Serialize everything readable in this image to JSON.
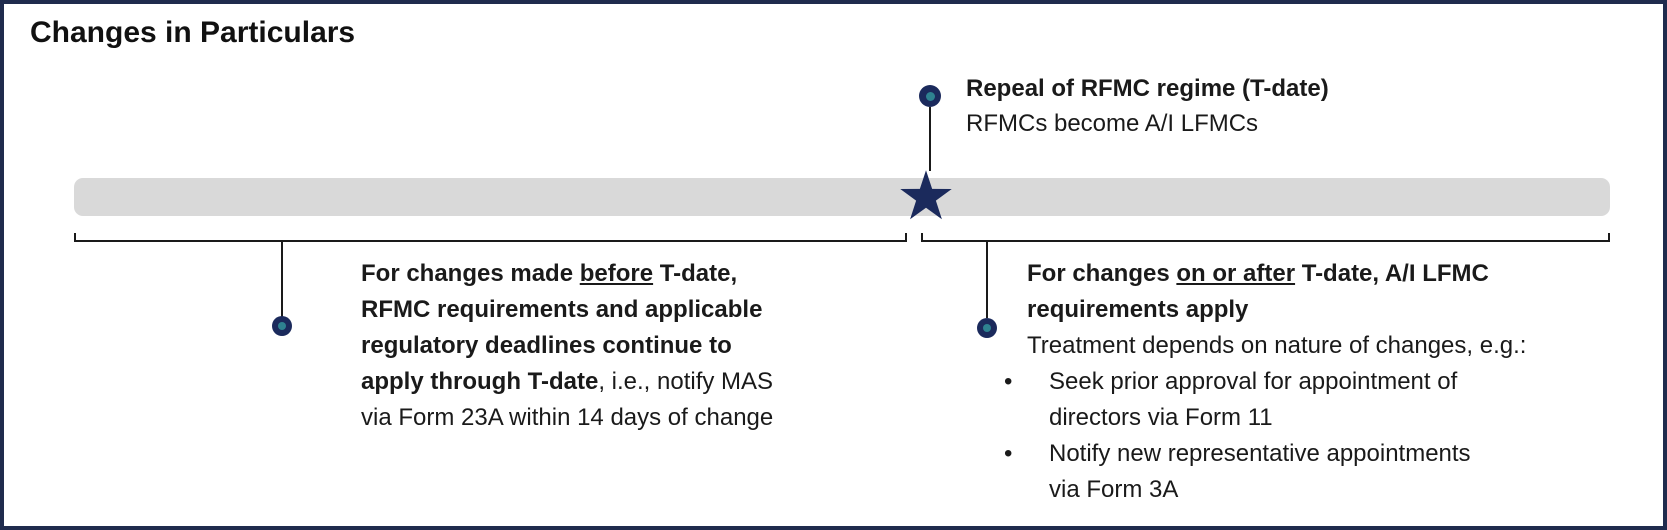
{
  "title": "Changes in Particulars",
  "colors": {
    "border_navy": "#1f2b4d",
    "marker_navy": "#1b2a5c",
    "marker_teal": "#2e8290",
    "timeline_gray": "#d9d9d9",
    "line_black": "#1a1a1a"
  },
  "event": {
    "title": "Repeal of RFMC regime (T-date)",
    "subtitle": "RFMCs become A/I LFMCs"
  },
  "left_callout": {
    "line1_bold": "For changes made ",
    "line1_underline": "before",
    "line1_bold_end": " T-date,",
    "line2": "RFMC requirements and applicable",
    "line3": "regulatory deadlines continue to",
    "line4_bold": "apply through T-date",
    "line4_regular": ", i.e., notify MAS",
    "line5": "via Form 23A within 14 days of change"
  },
  "right_callout": {
    "line1_bold": "For changes ",
    "line1_underline": "on or after",
    "line1_bold_end": " T-date, A/I LFMC",
    "line2": "requirements apply",
    "intro": "Treatment depends on nature of changes, e.g.:",
    "bullet_marker": "•",
    "bullets": [
      {
        "line1": "Seek prior approval for appointment of",
        "line2": "directors via Form 11"
      },
      {
        "line1": "Notify new representative appointments",
        "line2": "via Form 3A"
      }
    ]
  }
}
